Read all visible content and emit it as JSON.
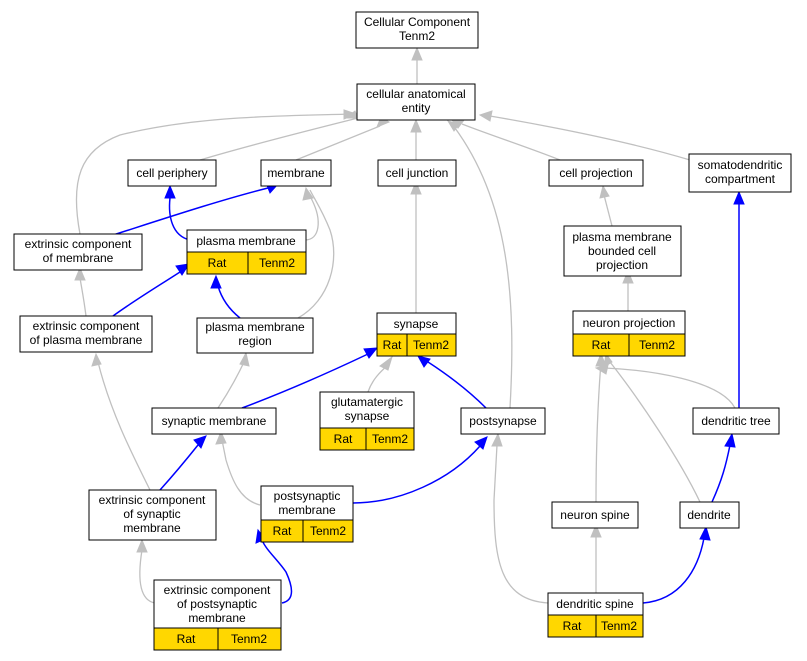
{
  "root": {
    "line1": "Cellular Component",
    "line2": "Tenm2"
  },
  "nodes": {
    "cellular_anatomical_entity": {
      "line1": "cellular anatomical",
      "line2": "entity"
    },
    "cell_periphery": {
      "label": "cell periphery"
    },
    "membrane": {
      "label": "membrane"
    },
    "cell_junction": {
      "label": "cell junction"
    },
    "cell_projection": {
      "label": "cell projection"
    },
    "somatodendritic_compartment": {
      "line1": "somatodendritic",
      "line2": "compartment"
    },
    "extrinsic_component_of_membrane": {
      "line1": "extrinsic component",
      "line2": "of membrane"
    },
    "plasma_membrane": {
      "label": "plasma membrane"
    },
    "plasma_membrane_bounded_cell_projection": {
      "line1": "plasma membrane",
      "line2": "bounded cell",
      "line3": "projection"
    },
    "extrinsic_component_of_plasma_membrane": {
      "line1": "extrinsic component",
      "line2": "of plasma membrane"
    },
    "plasma_membrane_region": {
      "line1": "plasma membrane",
      "line2": "region"
    },
    "synapse": {
      "label": "synapse"
    },
    "neuron_projection": {
      "label": "neuron projection"
    },
    "glutamatergic_synapse": {
      "line1": "glutamatergic",
      "line2": "synapse"
    },
    "synaptic_membrane": {
      "label": "synaptic membrane"
    },
    "postsynapse": {
      "label": "postsynapse"
    },
    "dendritic_tree": {
      "label": "dendritic tree"
    },
    "extrinsic_component_of_synaptic_membrane": {
      "line1": "extrinsic component",
      "line2": "of synaptic",
      "line3": "membrane"
    },
    "postsynaptic_membrane": {
      "line1": "postsynaptic",
      "line2": "membrane"
    },
    "neuron_spine": {
      "label": "neuron spine"
    },
    "dendrite": {
      "label": "dendrite"
    },
    "extrinsic_component_of_postsynaptic_membrane": {
      "line1": "extrinsic component",
      "line2": "of postsynaptic",
      "line3": "membrane"
    },
    "dendritic_spine": {
      "label": "dendritic spine"
    }
  },
  "annotation": {
    "species": "Rat",
    "gene": "Tenm2"
  },
  "colors": {
    "annotation_fill": "#ffd700",
    "is_a_edge": "#c0c0c0",
    "gene_edge": "#0000ff"
  }
}
